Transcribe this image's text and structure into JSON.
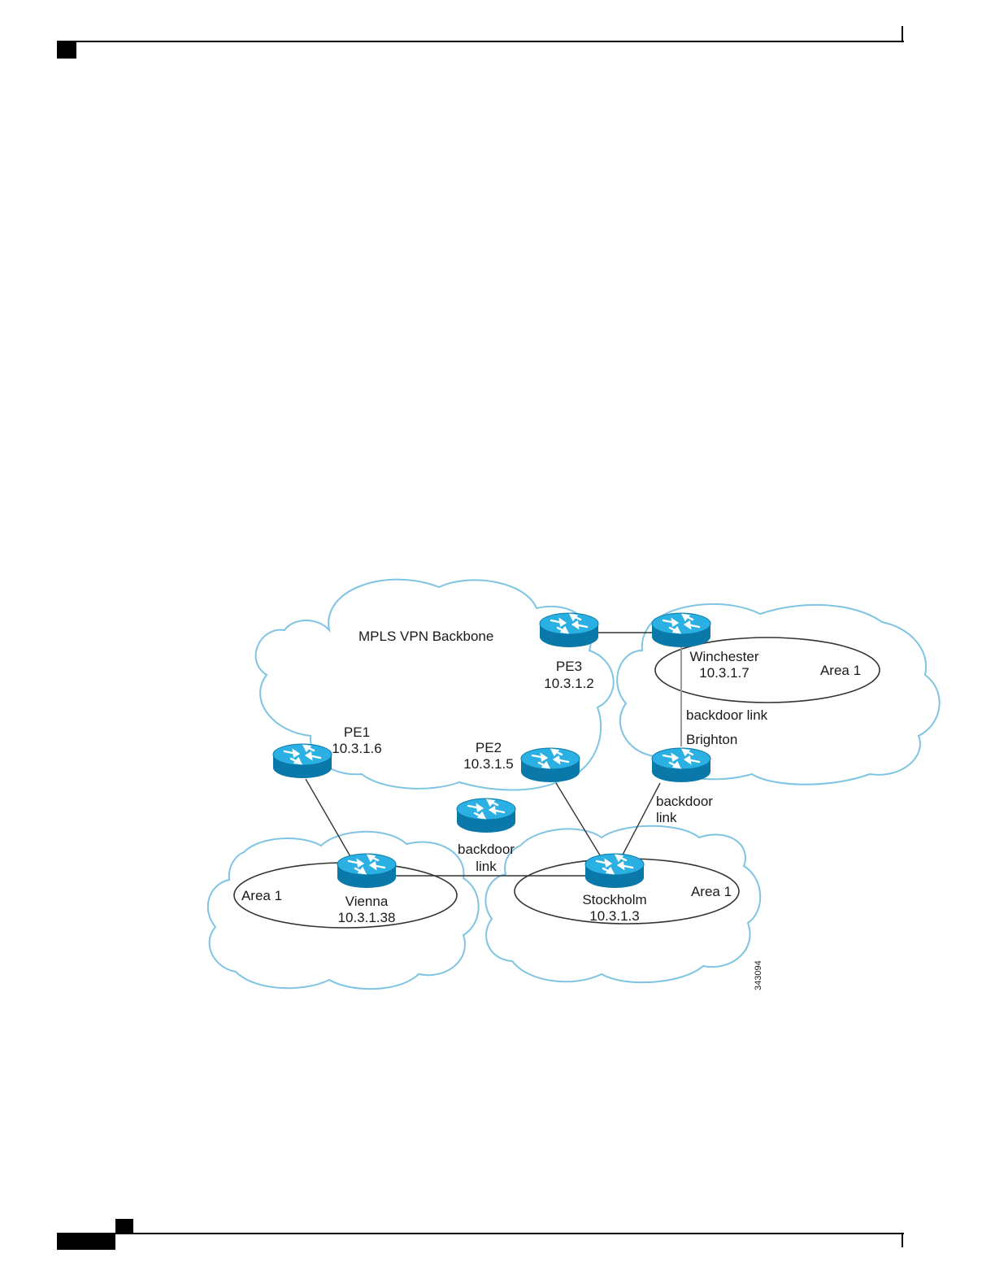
{
  "diagram": {
    "title": "MPLS VPN Backbone",
    "figure_id": "343094",
    "colors": {
      "cloud_stroke": "#7fc4e3",
      "router_fill": "#1a9fd4",
      "router_dark": "#0a78a8",
      "router_top": "#2ab0e2",
      "link": "#333333",
      "ellipse": "#333333",
      "backdoor_link": "#9a9a9a"
    },
    "routers": {
      "pe1": {
        "name": "PE1",
        "ip": "10.3.1.6"
      },
      "pe2": {
        "name": "PE2",
        "ip": "10.3.1.5"
      },
      "pe3": {
        "name": "PE3",
        "ip": "10.3.1.2"
      },
      "winchester": {
        "name": "Winchester",
        "ip": "10.3.1.7"
      },
      "brighton": {
        "name": "Brighton"
      },
      "vienna": {
        "name": "Vienna",
        "ip": "10.3.1.38"
      },
      "stockholm": {
        "name": "Stockholm",
        "ip": "10.3.1.3"
      }
    },
    "areas": {
      "winchester": "Area 1",
      "vienna": "Area 1",
      "stockholm": "Area 1"
    },
    "backdoor_labels": {
      "winchester_brighton": "backdoor link",
      "brighton_stockholm_1": "backdoor",
      "brighton_stockholm_2": "link",
      "vienna_stockholm_1": "backdoor",
      "vienna_stockholm_2": "link"
    }
  }
}
